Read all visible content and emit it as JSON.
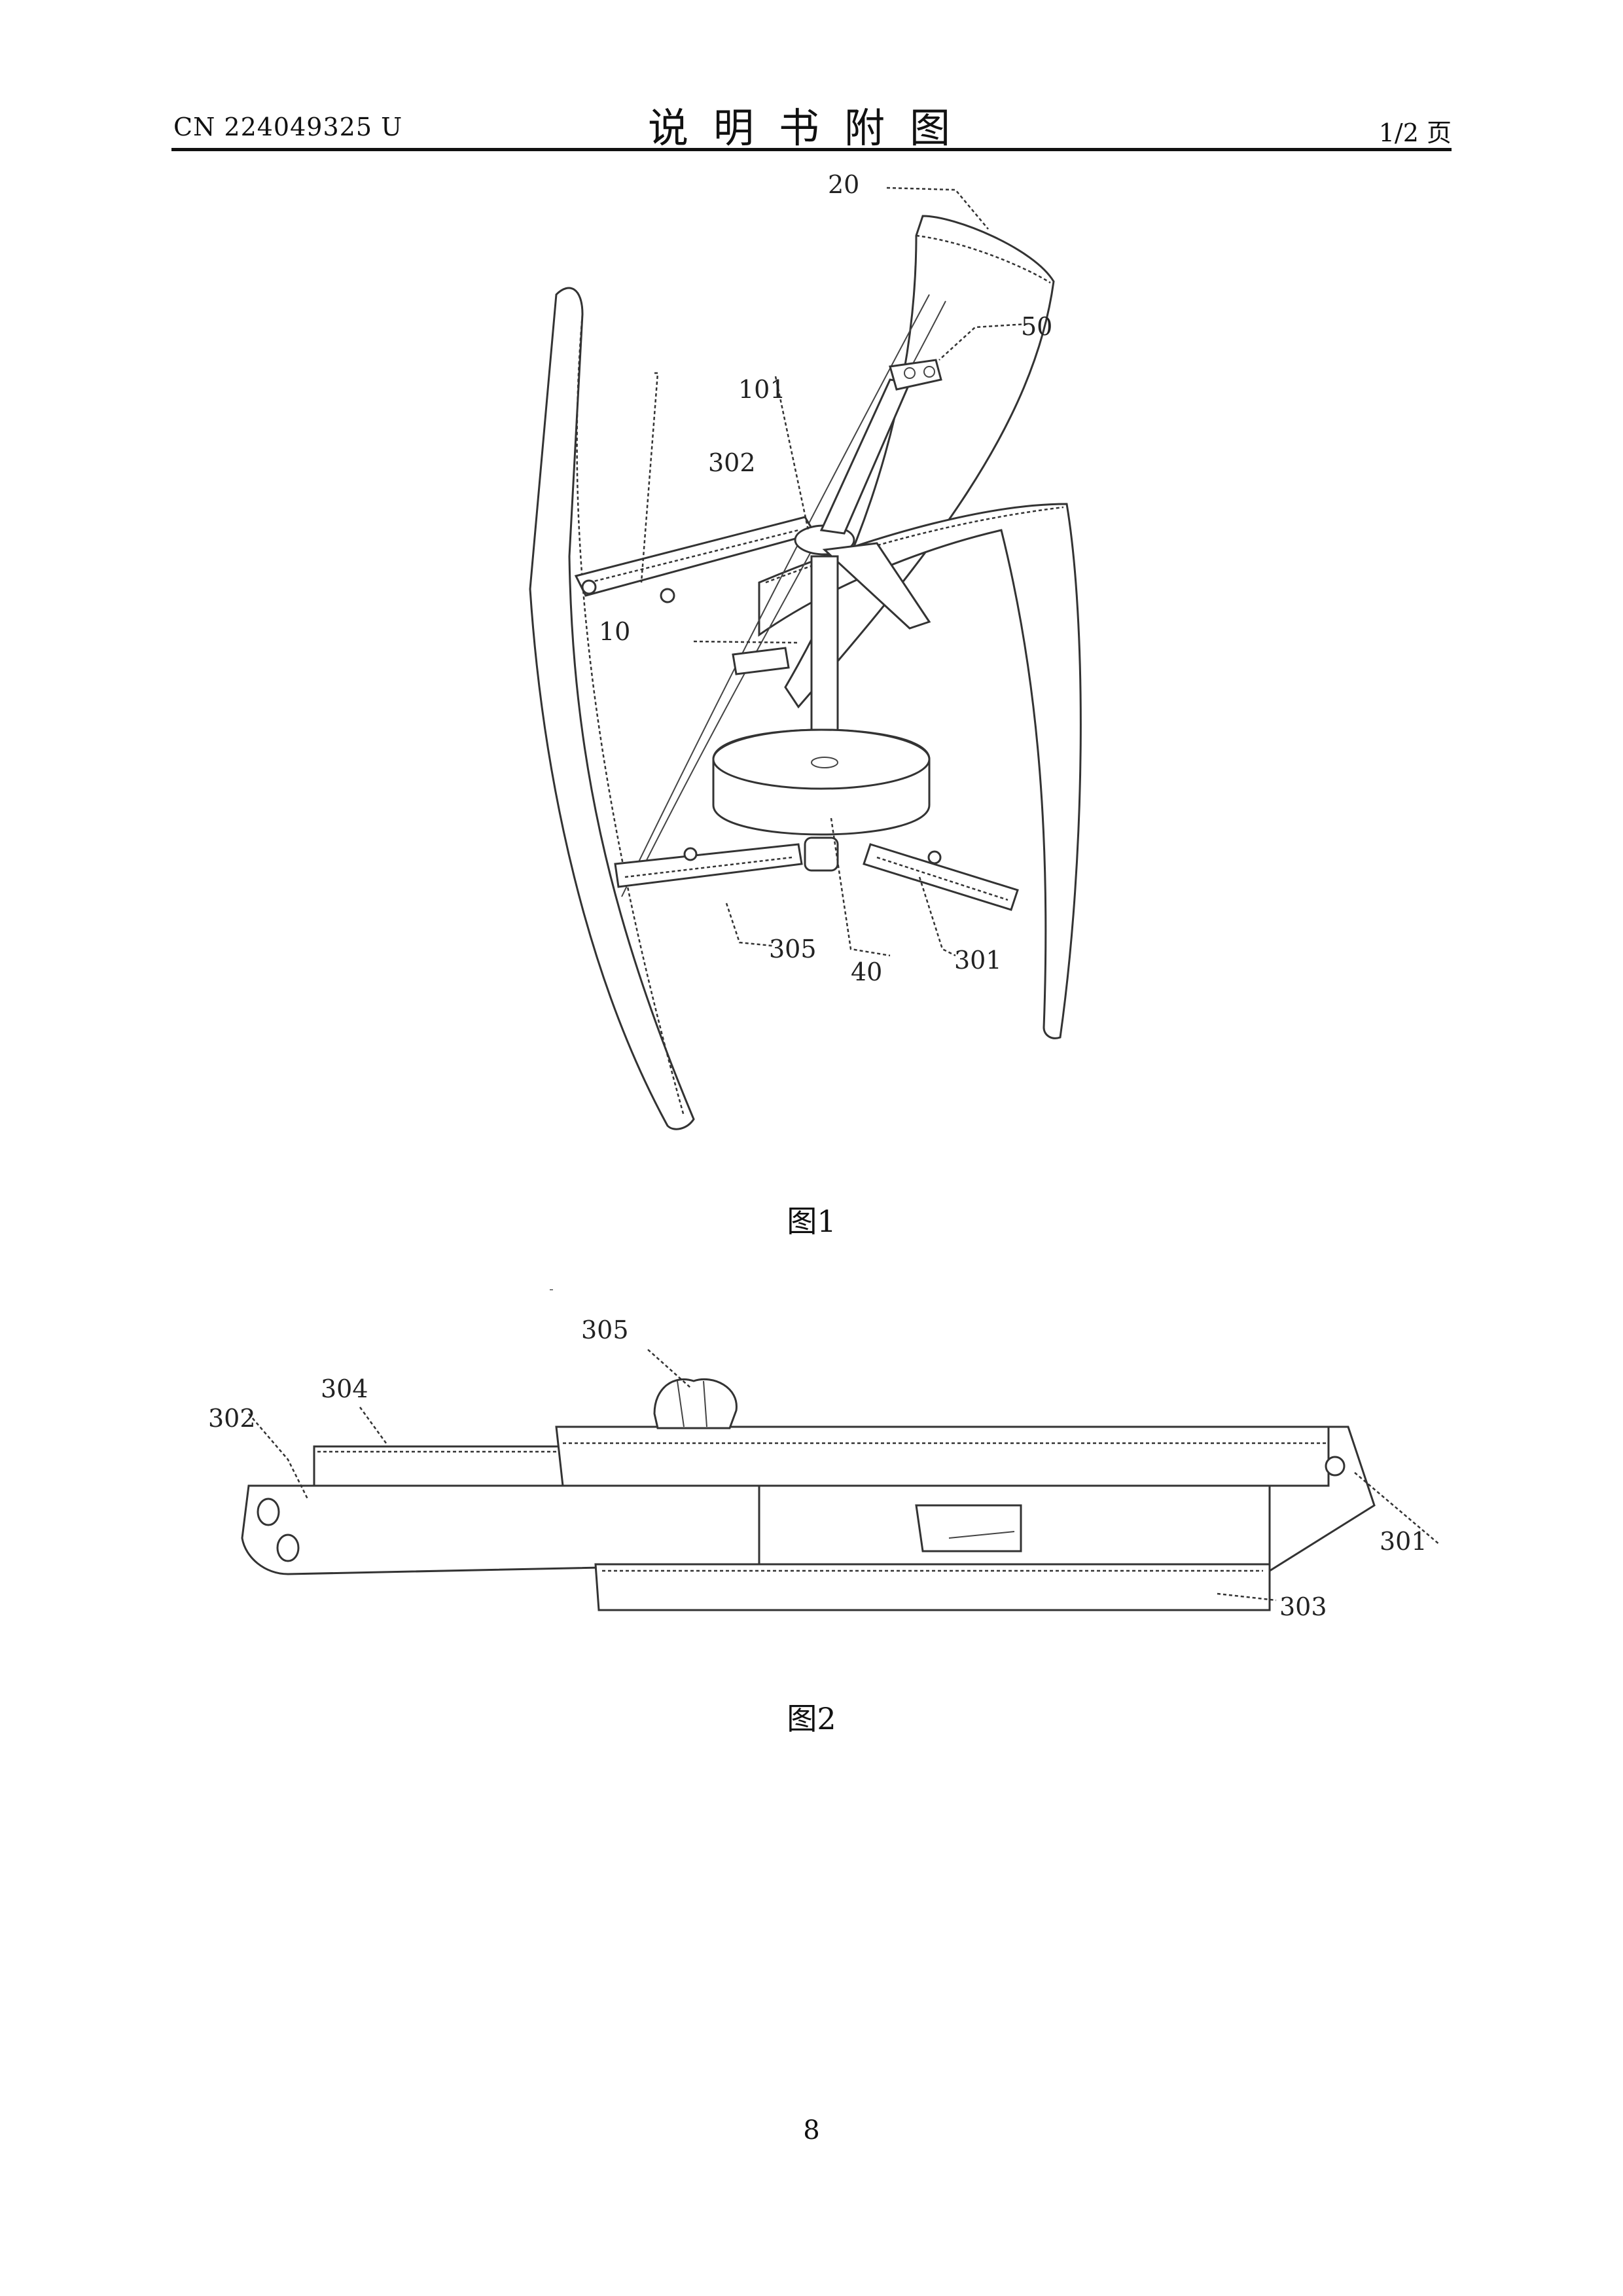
{
  "header": {
    "publication_number": "CN 224049325 U",
    "title": "说明书附图",
    "page_indicator": "1/2 页"
  },
  "figure1": {
    "caption": "图1",
    "labels": [
      "20",
      "50",
      "101",
      "302",
      "10",
      "305",
      "40",
      "301"
    ]
  },
  "figure2": {
    "caption": "图2",
    "labels": [
      "305",
      "304",
      "302",
      "301",
      "303"
    ]
  },
  "footer": {
    "page_number": "8"
  }
}
